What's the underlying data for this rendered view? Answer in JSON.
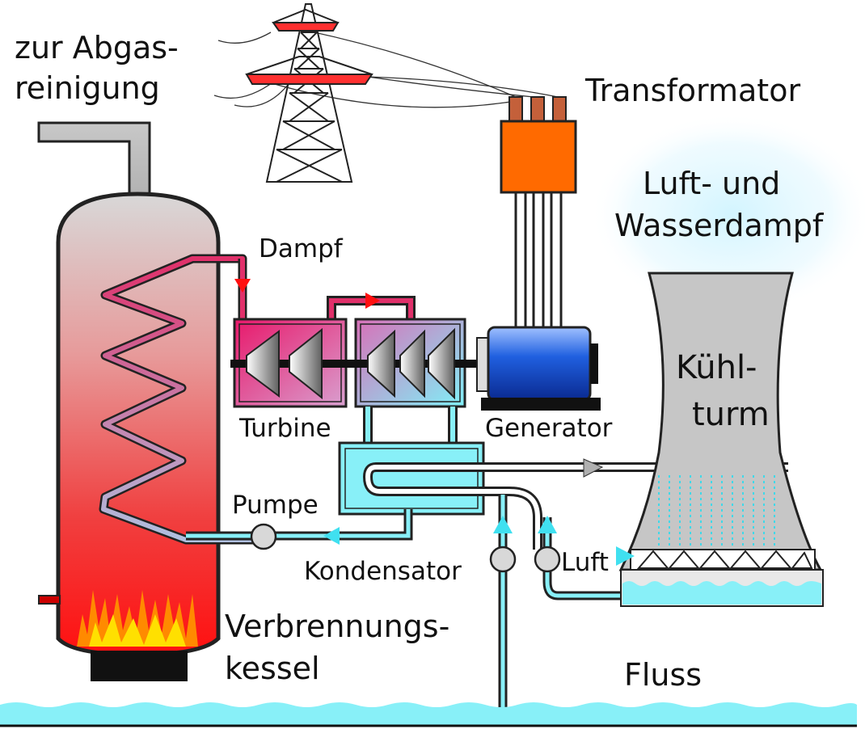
{
  "labels": {
    "exhaust": [
      "zur Abgas-",
      "reinigung"
    ],
    "transformer": "Transformator",
    "vapor": [
      "Luft- und",
      "Wasserdampf"
    ],
    "steam": "Dampf",
    "turbine": "Turbine",
    "generator": "Generator",
    "cooling_tower": [
      "Kühl-",
      "turm"
    ],
    "pump": "Pumpe",
    "condenser": "Kondensator",
    "air": "Luft",
    "boiler": [
      "Verbrennungs-",
      "kessel"
    ],
    "river": "Fluss"
  },
  "colors": {
    "steam_pipe": "#e0306a",
    "cold_water": "#88f0f8",
    "transformer": "#ff6a00",
    "generator": "#2060e0",
    "flow_arrow_hot": "#ff1010",
    "flow_arrow_cold": "#40e0f0"
  }
}
